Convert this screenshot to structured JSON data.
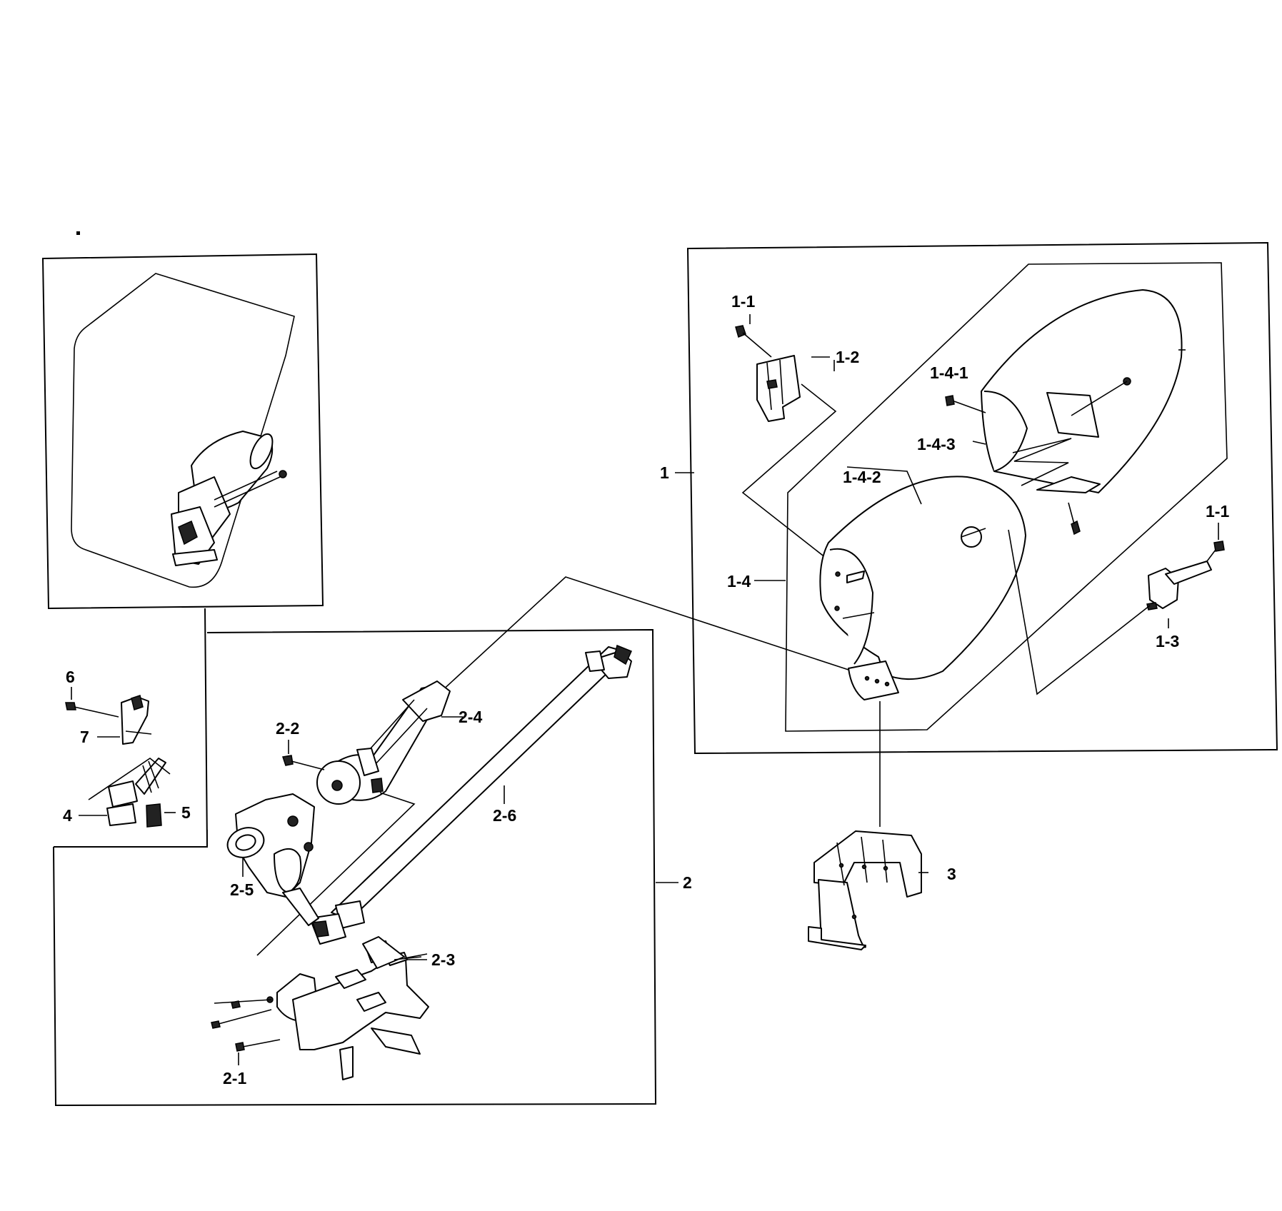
{
  "callouts": {
    "c1": "1",
    "c1_1a": "1-1",
    "c1_1b": "1-1",
    "c1_2": "1-2",
    "c1_3": "1-3",
    "c1_4": "1-4",
    "c1_4_1": "1-4-1",
    "c1_4_2": "1-4-2",
    "c1_4_3": "1-4-3",
    "c2": "2",
    "c2_1": "2-1",
    "c2_2": "2-2",
    "c2_3": "2-3",
    "c2_4": "2-4",
    "c2_5": "2-5",
    "c2_6": "2-6",
    "c3": "3",
    "c4": "4",
    "c5": "5",
    "c6": "6",
    "c7": "7"
  },
  "colors": {
    "ink": "#000000",
    "paper": "#ffffff"
  }
}
